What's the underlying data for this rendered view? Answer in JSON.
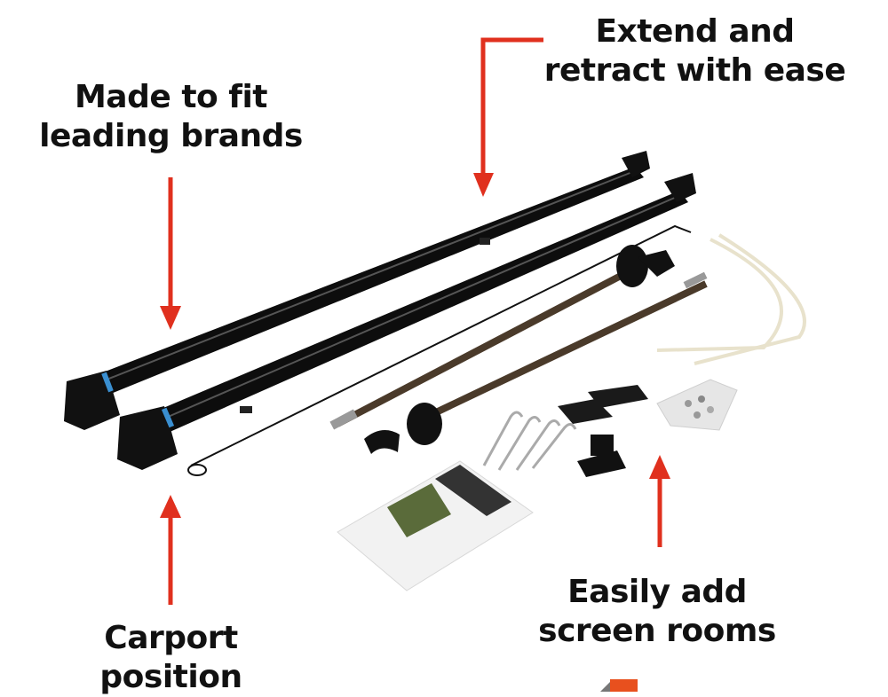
{
  "callouts": {
    "top_left": {
      "lines": [
        "Made to fit",
        "leading brands"
      ]
    },
    "top_right": {
      "lines": [
        "Extend and",
        "retract with ease"
      ]
    },
    "bottom_left": {
      "lines": [
        "Carport",
        "position"
      ]
    },
    "bottom_right": {
      "lines": [
        "Easily add",
        "screen rooms"
      ]
    }
  },
  "colors": {
    "arrow": "#e0301e",
    "text": "#111111",
    "background": "#ffffff",
    "arm_black": "#0d0d0d",
    "spring_bronze": "#4a3a2a"
  },
  "product_parts": [
    "awning-arm-1",
    "awning-arm-2",
    "support-rod",
    "spring-roller-1",
    "spring-roller-2",
    "zip-ties",
    "hardware-bag",
    "rubber-pads",
    "tent-stakes",
    "mounting-bracket",
    "instruction-sheet"
  ]
}
